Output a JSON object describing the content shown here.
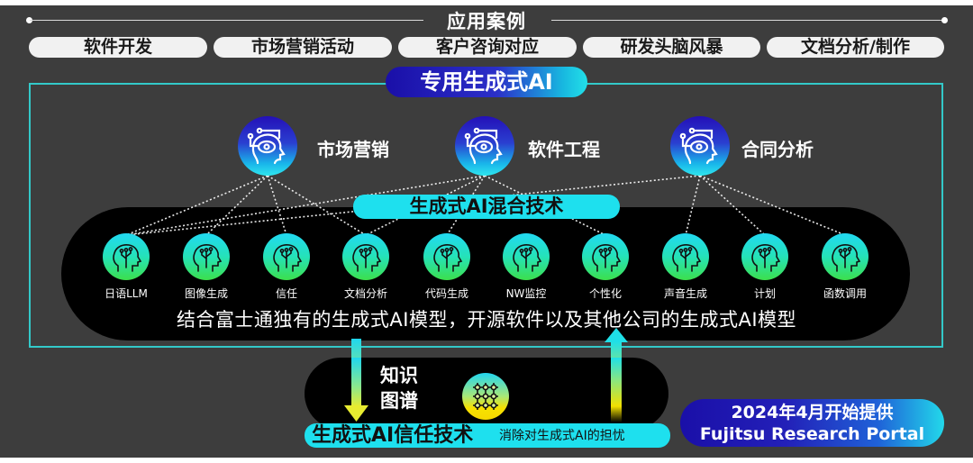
{
  "header": {
    "section_title": "应用案例"
  },
  "use_cases": [
    {
      "label": "软件开发"
    },
    {
      "label": "市场营销活动"
    },
    {
      "label": "客户咨询对应"
    },
    {
      "label": "研发头脑风暴"
    },
    {
      "label": "文档分析/制作"
    }
  ],
  "specialized_ai": {
    "title": "专用生成式AI",
    "items": [
      {
        "label": "市场营销",
        "icon": "ai-head-eye-icon"
      },
      {
        "label": "软件工程",
        "icon": "ai-head-eye-icon"
      },
      {
        "label": "合同分析",
        "icon": "ai-head-eye-icon"
      }
    ]
  },
  "hybrid_tech": {
    "title": "生成式AI混合技术",
    "models": [
      {
        "label": "日语LLM",
        "icon": "ai-head-circuit-icon"
      },
      {
        "label": "图像生成",
        "icon": "ai-head-circuit-icon"
      },
      {
        "label": "信任",
        "icon": "ai-head-circuit-icon"
      },
      {
        "label": "文档分析",
        "icon": "ai-head-circuit-icon"
      },
      {
        "label": "代码生成",
        "icon": "ai-head-circuit-icon"
      },
      {
        "label": "NW监控",
        "icon": "ai-head-circuit-icon"
      },
      {
        "label": "个性化",
        "icon": "ai-head-circuit-icon"
      },
      {
        "label": "声音生成",
        "icon": "ai-head-circuit-icon"
      },
      {
        "label": "计划",
        "icon": "ai-head-circuit-icon"
      },
      {
        "label": "函数调用",
        "icon": "ai-head-circuit-icon"
      }
    ],
    "description": "结合富士通独有的生成式AI模型，开源软件以及其他公司的生成式AI模型"
  },
  "knowledge_graph": {
    "label": "知识图谱",
    "icon": "knowledge-graph-grid-icon"
  },
  "trust_tech": {
    "title": "生成式AI信任技术",
    "subtitle": "消除对生成式AI的担忧"
  },
  "availability": {
    "line1": "2024年4月开始提供",
    "line2": "Fujitsu Research Portal"
  },
  "colors": {
    "background": "#3d3d3d",
    "frame_teal": "#33c9c9",
    "pill_cyan": "#1ee0ee",
    "deep_blue": "#1a0fa8",
    "green": "#3ce04c",
    "yellow": "#f5d800"
  }
}
